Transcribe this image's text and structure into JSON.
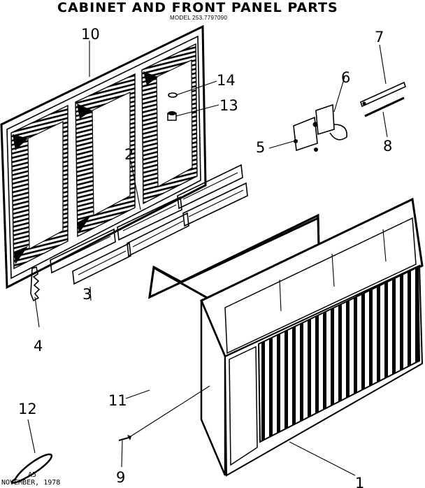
{
  "header": {
    "title": "CABINET AND FRONT PANEL PARTS",
    "model": "MODEL 253.7797090"
  },
  "callouts": [
    {
      "id": "1",
      "label": "1"
    },
    {
      "id": "2",
      "label": "2"
    },
    {
      "id": "3",
      "label": "3"
    },
    {
      "id": "4",
      "label": "4"
    },
    {
      "id": "5",
      "label": "5"
    },
    {
      "id": "6",
      "label": "6"
    },
    {
      "id": "7",
      "label": "7"
    },
    {
      "id": "8",
      "label": "8"
    },
    {
      "id": "9",
      "label": "9"
    },
    {
      "id": "10",
      "label": "10"
    },
    {
      "id": "11",
      "label": "11"
    },
    {
      "id": "12",
      "label": "12"
    },
    {
      "id": "13",
      "label": "13"
    },
    {
      "id": "14",
      "label": "14"
    }
  ],
  "footer": {
    "code": "A5",
    "date": "NOVEMBER, 1978"
  }
}
